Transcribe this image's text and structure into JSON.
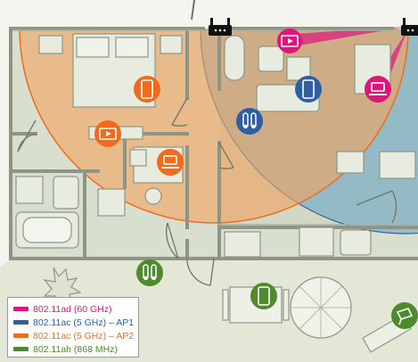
{
  "colors": {
    "band_60ghz": "#e0157c",
    "band_5ghz_ap1": "#2e5fa3",
    "band_5ghz_ap2": "#f26b1d",
    "band_868mhz": "#4f8a2e",
    "wall": "#8e9587",
    "floor_indoor": "#d9dfcf",
    "floor_outdoor": "#e3e8d6",
    "coverage_ap2_fill": "#f2a35f",
    "coverage_ap1_fill": "#5fa3c7"
  },
  "legend": {
    "items": [
      {
        "label": "802.11ad (60 GHz)",
        "color": "#e0157c"
      },
      {
        "label": "802.11ac (5 GHz) – AP1",
        "color": "#2e5fa3"
      },
      {
        "label": "802.11ac (5 GHz) – AP2",
        "color": "#f26b1d"
      },
      {
        "label": "802.11ah (868 MHz)",
        "color": "#4f8a2e"
      }
    ]
  },
  "devices": [
    {
      "name": "access-point-ap2-icon",
      "kind": "router"
    },
    {
      "name": "access-point-ap1-icon",
      "kind": "router"
    },
    {
      "name": "phone-device-icon",
      "band": "802.11ac (5 GHz) – AP2"
    },
    {
      "name": "tv-device-icon",
      "band": "802.11ac (5 GHz) – AP2"
    },
    {
      "name": "laptop-device-icon",
      "band": "802.11ac (5 GHz) – AP2"
    },
    {
      "name": "tv-device-icon",
      "band": "802.11ad (60 GHz)"
    },
    {
      "name": "phone-device-icon",
      "band": "802.11ac (5 GHz) – AP1"
    },
    {
      "name": "laptop-device-icon",
      "band": "802.11ad (60 GHz)"
    },
    {
      "name": "sensor-device-icon",
      "band": "802.11ac (5 GHz) – AP1"
    },
    {
      "name": "sensor-device-icon",
      "band": "802.11ah (868 MHz)"
    },
    {
      "name": "phone-device-icon",
      "band": "802.11ah (868 MHz)"
    },
    {
      "name": "camera-device-icon",
      "band": "802.11ah (868 MHz)"
    }
  ]
}
